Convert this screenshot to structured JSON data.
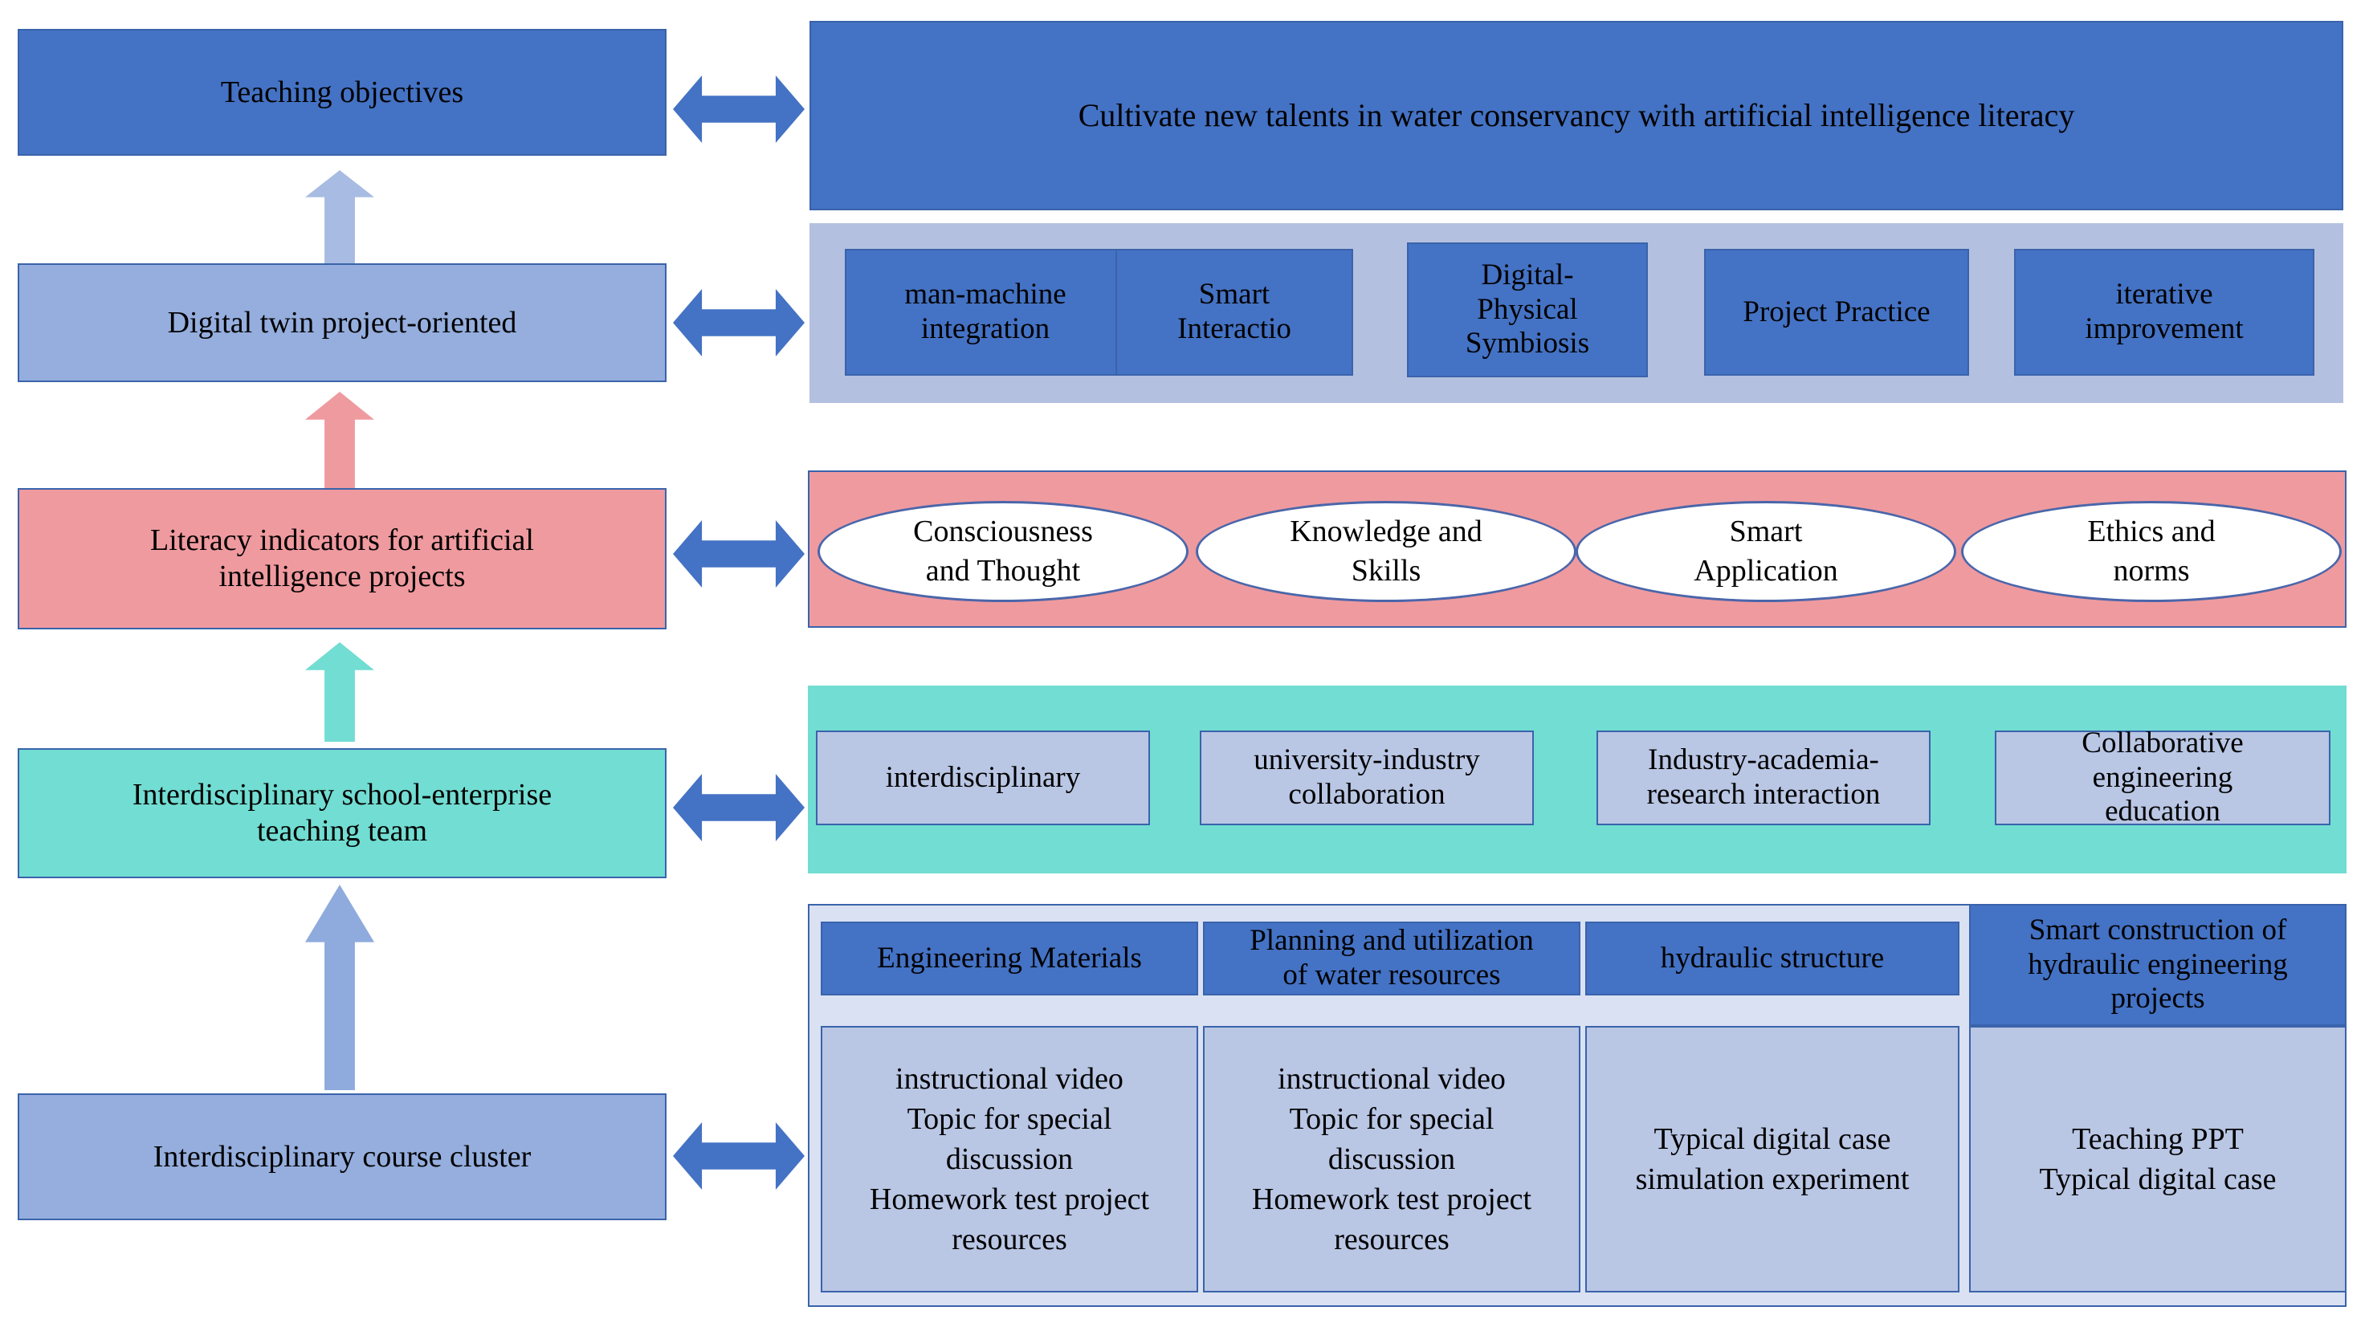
{
  "diagram": {
    "title": "Teaching framework for cultivating water conservancy talents with AI literacy",
    "colors": {
      "dark_blue": "#4472c4",
      "mid_blue": "#95aede",
      "lavender": "#b4c0e0",
      "pale_blue": "#b9c6e4",
      "very_pale_blue": "#dae1f3",
      "pink": "#ef9a9f",
      "teal": "#72ddd2",
      "border_blue": "#3a63ab",
      "ellipse_fill": "#ffffff"
    },
    "rows": [
      {
        "id": "row-objectives",
        "left_label": "Teaching objectives",
        "right_banner": "Cultivate new talents in water conservancy with artificial intelligence literacy",
        "items": []
      },
      {
        "id": "row-digital-twin",
        "left_label": "Digital twin project-oriented",
        "right_banner": "",
        "items": [
          "man-machine\nintegration",
          "Smart\nInteractio",
          "Digital-\nPhysical\nSymbiosis",
          "Project Practice",
          "iterative\nimprovement"
        ]
      },
      {
        "id": "row-literacy",
        "left_label": "Literacy indicators for artificial\nintelligence projects",
        "right_banner": "",
        "items": [
          "Consciousness\nand Thought",
          "Knowledge and\nSkills",
          "Smart\nApplication",
          "Ethics and\nnorms"
        ]
      },
      {
        "id": "row-team",
        "left_label": "Interdisciplinary school-enterprise\nteaching team",
        "right_banner": "",
        "items": [
          "interdisciplinary",
          "university-industry\ncollaboration",
          "Industry-academia-\nresearch interaction",
          "Collaborative\nengineering\neducation"
        ]
      },
      {
        "id": "row-courses",
        "left_label": "Interdisciplinary course cluster",
        "right_banner": "",
        "items": []
      }
    ],
    "course_table": {
      "headers": [
        "Engineering Materials",
        "Planning and utilization\nof water resources",
        "hydraulic structure",
        "Smart construction of\nhydraulic engineering\nprojects"
      ],
      "resources": [
        "instructional video\nTopic for special\ndiscussion\nHomework test project\nresources",
        "instructional video\nTopic for special\ndiscussion\nHomework test project\nresources",
        "Typical digital case\nsimulation experiment",
        "Teaching PPT\nTypical digital case"
      ]
    },
    "connectors": {
      "horizontal_arrow_name": "double-headed-arrow",
      "vertical_arrow_name": "up-arrow",
      "count_horizontal": 5,
      "count_vertical": 4
    }
  }
}
